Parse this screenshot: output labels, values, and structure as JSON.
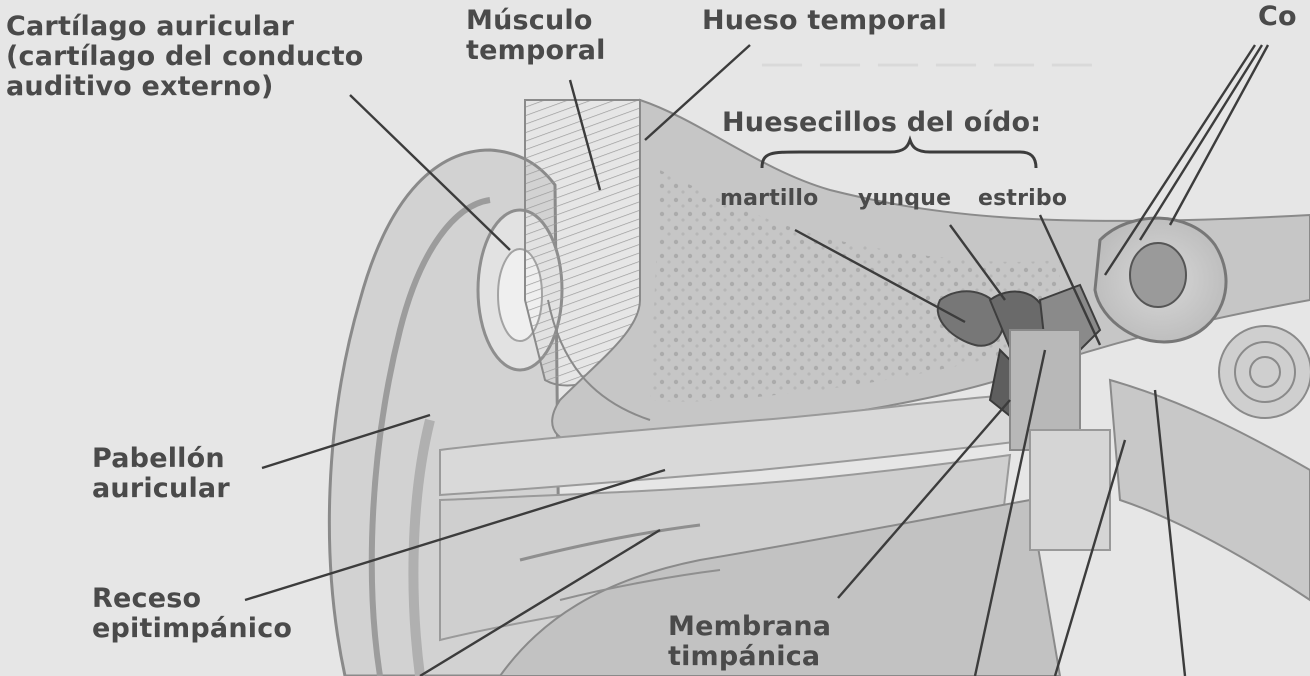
{
  "labels": {
    "cartilago_auricular": [
      "Cartílago auricular",
      "(cartílago del conducto",
      "auditivo externo)"
    ],
    "musculo_temporal": [
      "Músculo",
      "temporal"
    ],
    "hueso_temporal": [
      "Hueso temporal"
    ],
    "cortado_derecha": "Co",
    "huesecillos_titulo": "Huesecillos del oído:",
    "martillo": "martillo",
    "yunque": "yunque",
    "estribo": "estribo",
    "pabellon_auricular": [
      "Pabellón",
      "auricular"
    ],
    "receso_epitimpanico": [
      "Receso",
      "epitimpánico"
    ],
    "membrana_timpanica": [
      "Membrana",
      "timpánica"
    ]
  },
  "colors": {
    "background": "#e6e6e6",
    "ink": "#4a4a4a",
    "lines": "#3c3c3c"
  }
}
